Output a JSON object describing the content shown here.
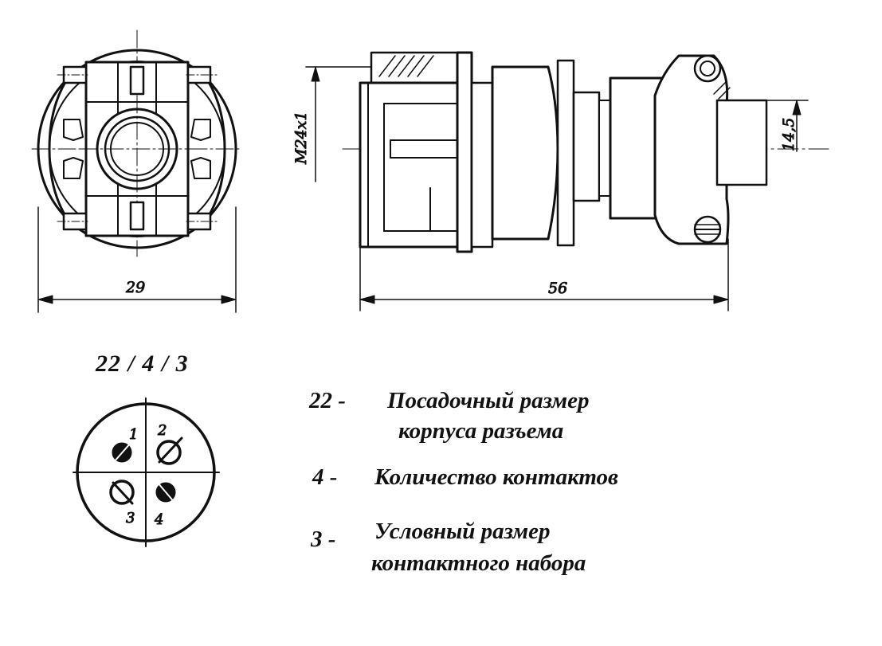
{
  "drawing": {
    "dimensions": {
      "width_front": "29",
      "length_side": "56",
      "thread": "M24x1",
      "offset": "14,5"
    },
    "code": "22 / 4 / 3",
    "pins": [
      "1",
      "2",
      "3",
      "4"
    ]
  },
  "legend": [
    {
      "key": "22  -",
      "lines": [
        "Посадочный размер",
        "корпуса разъема"
      ]
    },
    {
      "key": "4  -",
      "lines": [
        "Количество контактов"
      ]
    },
    {
      "key": "3  -",
      "lines": [
        "Условный размер",
        "контактного набора"
      ]
    }
  ]
}
